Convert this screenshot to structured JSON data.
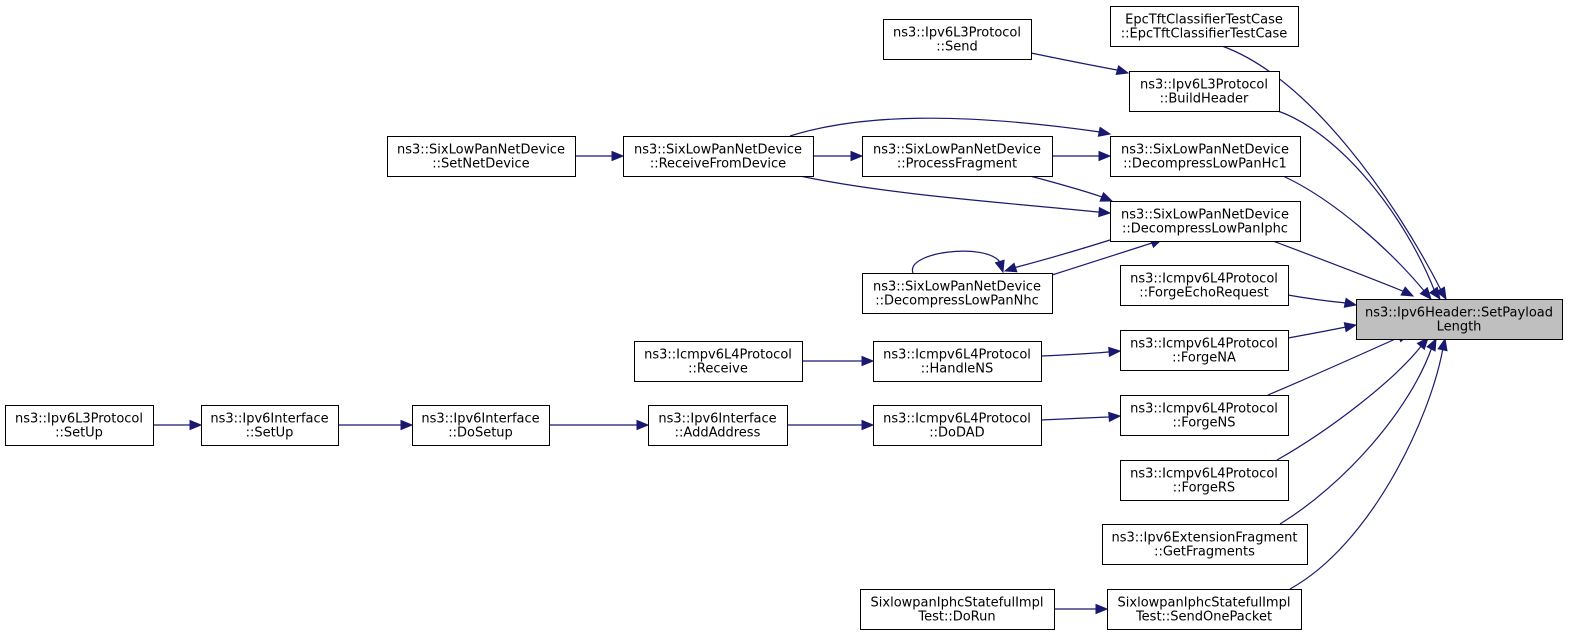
{
  "graph": {
    "edge_color": "#191970",
    "root_fill": "#bfbfbf",
    "nodes": [
      {
        "id": "root",
        "lines": [
          "ns3::Ipv6Header::SetPayload",
          "Length"
        ],
        "root": true
      },
      {
        "id": "epc",
        "lines": [
          "EpcTftClassifierTestCase",
          "::EpcTftClassifierTestCase"
        ]
      },
      {
        "id": "l3send",
        "lines": [
          "ns3::Ipv6L3Protocol",
          "::Send"
        ]
      },
      {
        "id": "buildheader",
        "lines": [
          "ns3::Ipv6L3Protocol",
          "::BuildHeader"
        ]
      },
      {
        "id": "setnetdevice",
        "lines": [
          "ns3::SixLowPanNetDevice",
          "::SetNetDevice"
        ]
      },
      {
        "id": "receivefromdevice",
        "lines": [
          "ns3::SixLowPanNetDevice",
          "::ReceiveFromDevice"
        ]
      },
      {
        "id": "processfragment",
        "lines": [
          "ns3::SixLowPanNetDevice",
          "::ProcessFragment"
        ]
      },
      {
        "id": "hc1",
        "lines": [
          "ns3::SixLowPanNetDevice",
          "::DecompressLowPanHc1"
        ]
      },
      {
        "id": "iphc",
        "lines": [
          "ns3::SixLowPanNetDevice",
          "::DecompressLowPanIphc"
        ]
      },
      {
        "id": "nhc",
        "lines": [
          "ns3::SixLowPanNetDevice",
          "::DecompressLowPanNhc"
        ]
      },
      {
        "id": "echoreq",
        "lines": [
          "ns3::Icmpv6L4Protocol",
          "::ForgeEchoRequest"
        ]
      },
      {
        "id": "receive",
        "lines": [
          "ns3::Icmpv6L4Protocol",
          "::Receive"
        ]
      },
      {
        "id": "handlens",
        "lines": [
          "ns3::Icmpv6L4Protocol",
          "::HandleNS"
        ]
      },
      {
        "id": "forgena",
        "lines": [
          "ns3::Icmpv6L4Protocol",
          "::ForgeNA"
        ]
      },
      {
        "id": "l3setup",
        "lines": [
          "ns3::Ipv6L3Protocol",
          "::SetUp"
        ]
      },
      {
        "id": "ifsetup",
        "lines": [
          "ns3::Ipv6Interface",
          "::SetUp"
        ]
      },
      {
        "id": "dosetup",
        "lines": [
          "ns3::Ipv6Interface",
          "::DoSetup"
        ]
      },
      {
        "id": "addaddress",
        "lines": [
          "ns3::Ipv6Interface",
          "::AddAddress"
        ]
      },
      {
        "id": "dodad",
        "lines": [
          "ns3::Icmpv6L4Protocol",
          "::DoDAD"
        ]
      },
      {
        "id": "forgens",
        "lines": [
          "ns3::Icmpv6L4Protocol",
          "::ForgeNS"
        ]
      },
      {
        "id": "forgers",
        "lines": [
          "ns3::Icmpv6L4Protocol",
          "::ForgeRS"
        ]
      },
      {
        "id": "getfragments",
        "lines": [
          "ns3::Ipv6ExtensionFragment",
          "::GetFragments"
        ]
      },
      {
        "id": "dorun",
        "lines": [
          "SixlowpanIphcStatefulImpl",
          "Test::DoRun"
        ]
      },
      {
        "id": "sendonepacket",
        "lines": [
          "SixlowpanIphcStatefulImpl",
          "Test::SendOnePacket"
        ]
      }
    ],
    "edges": [
      {
        "from": "epc",
        "to": "root"
      },
      {
        "from": "buildheader",
        "to": "root"
      },
      {
        "from": "hc1",
        "to": "root"
      },
      {
        "from": "iphc",
        "to": "root"
      },
      {
        "from": "echoreq",
        "to": "root"
      },
      {
        "from": "forgena",
        "to": "root"
      },
      {
        "from": "forgens",
        "to": "root"
      },
      {
        "from": "forgers",
        "to": "root"
      },
      {
        "from": "getfragments",
        "to": "root"
      },
      {
        "from": "sendonepacket",
        "to": "root"
      },
      {
        "from": "l3send",
        "to": "buildheader"
      },
      {
        "from": "receivefromdevice",
        "to": "hc1"
      },
      {
        "from": "processfragment",
        "to": "hc1"
      },
      {
        "from": "receivefromdevice",
        "to": "iphc"
      },
      {
        "from": "processfragment",
        "to": "iphc"
      },
      {
        "from": "nhc",
        "to": "iphc"
      },
      {
        "from": "iphc",
        "to": "nhc"
      },
      {
        "from": "nhc",
        "to": "nhc"
      },
      {
        "from": "setnetdevice",
        "to": "receivefromdevice"
      },
      {
        "from": "receivefromdevice",
        "to": "processfragment"
      },
      {
        "from": "receive",
        "to": "handlens"
      },
      {
        "from": "handlens",
        "to": "forgena"
      },
      {
        "from": "dodad",
        "to": "forgens"
      },
      {
        "from": "addaddress",
        "to": "dodad"
      },
      {
        "from": "dosetup",
        "to": "addaddress"
      },
      {
        "from": "ifsetup",
        "to": "dosetup"
      },
      {
        "from": "l3setup",
        "to": "ifsetup"
      },
      {
        "from": "dorun",
        "to": "sendonepacket"
      }
    ]
  }
}
